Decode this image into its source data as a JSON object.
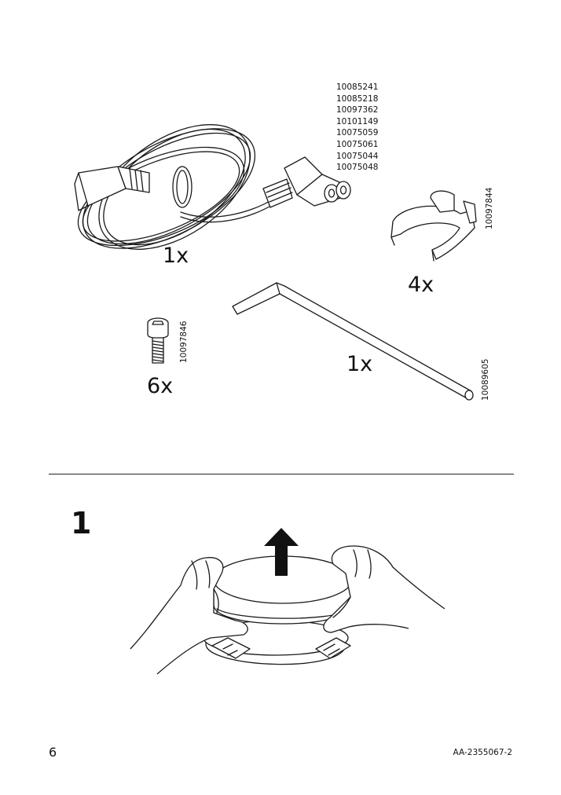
{
  "parts": {
    "cable": {
      "codes": [
        "10085241",
        "10085218",
        "10097362",
        "10101149",
        "10075059",
        "10075061",
        "10075044",
        "10075048"
      ],
      "qty": "1x"
    },
    "clip": {
      "code": "10097844",
      "qty": "4x"
    },
    "screw": {
      "code": "10097846",
      "qty": "6x"
    },
    "allen_key": {
      "code": "10089605",
      "qty": "1x"
    }
  },
  "step": {
    "number": "1"
  },
  "footer": {
    "page_number": "6",
    "doc_id": "AA-2355067-2"
  }
}
